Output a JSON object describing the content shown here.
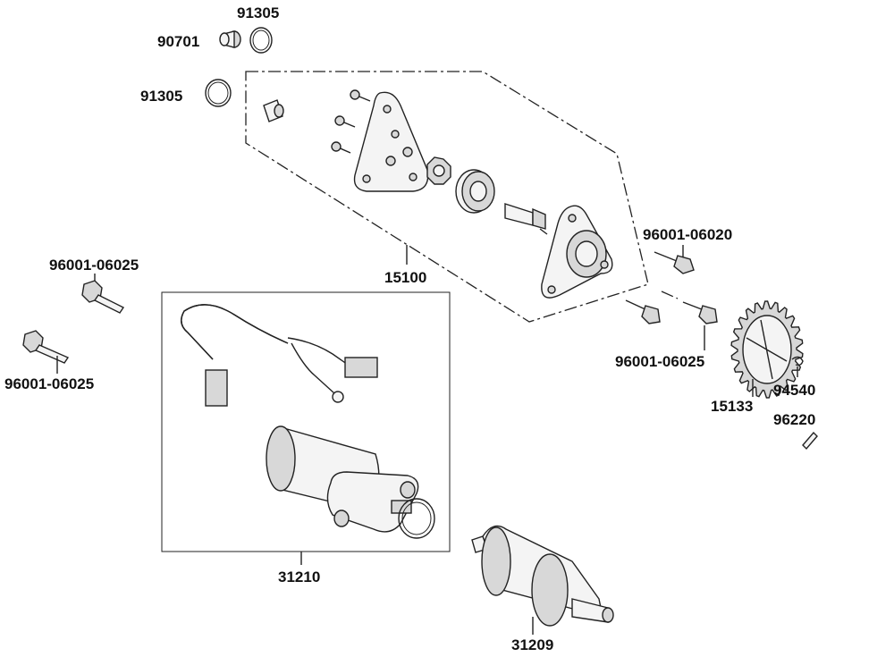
{
  "callouts": {
    "c91305_top": "91305",
    "c90701": "90701",
    "c91305_mid": "91305",
    "c15100": "15100",
    "c96001_06020": "96001-06020",
    "c96001_06025_left_top": "96001-06025",
    "c96001_06025_left_bottom": "96001-06025",
    "c96001_06025_right": "96001-06025",
    "c94540": "94540",
    "c15133": "15133",
    "c96220": "96220",
    "c31210": "31210",
    "c31209": "31209"
  }
}
